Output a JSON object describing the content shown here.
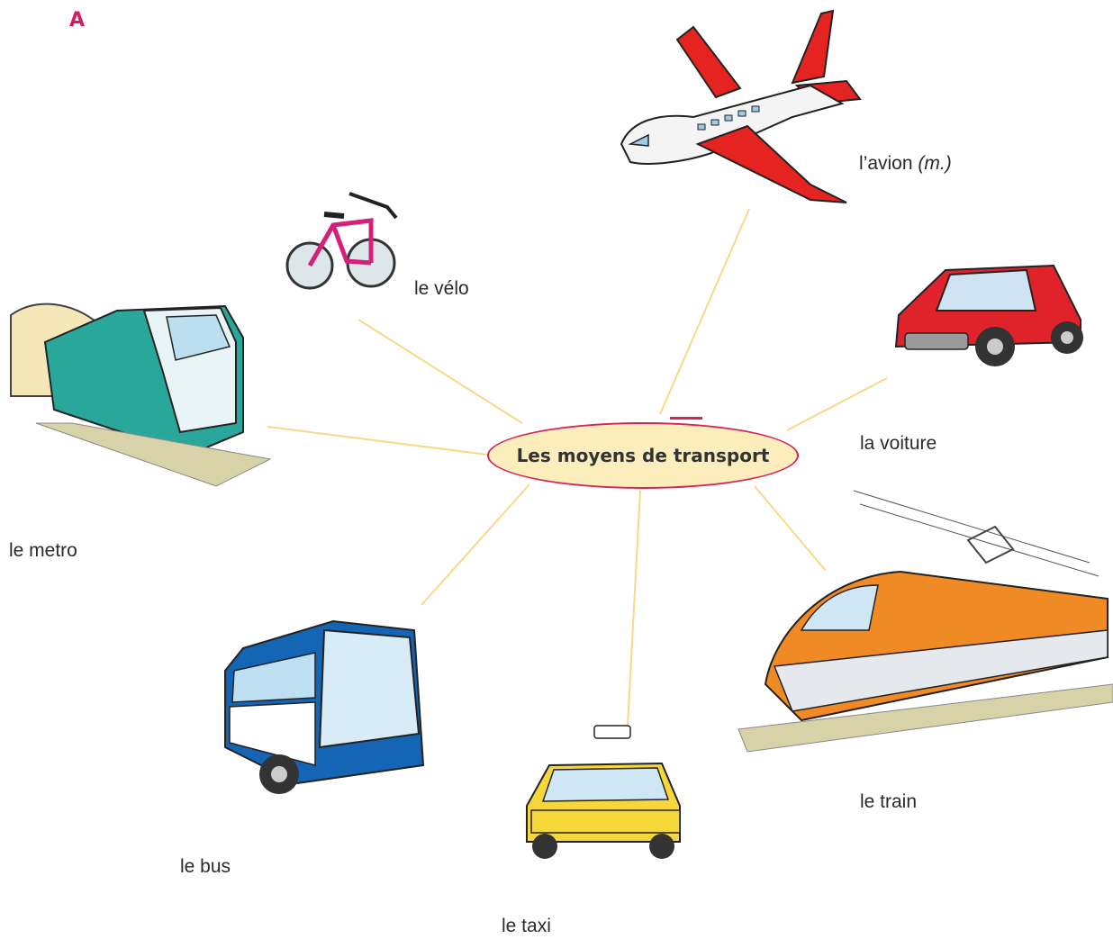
{
  "section_letter": "A",
  "center": {
    "title": "Les moyens de transport"
  },
  "colors": {
    "accent": "#d81b60",
    "node_fill": "#fbeebc",
    "connector": "#f7d98a"
  },
  "nodes": [
    {
      "id": "avion",
      "label": "l’avion",
      "suffix": "(m.)",
      "icon": "airplane-icon"
    },
    {
      "id": "velo",
      "label": "le vélo",
      "icon": "bicycle-icon"
    },
    {
      "id": "voiture",
      "label": "la voiture",
      "icon": "car-icon"
    },
    {
      "id": "metro",
      "label": "le metro",
      "icon": "metro-train-icon"
    },
    {
      "id": "train",
      "label": "le train",
      "icon": "high-speed-train-icon"
    },
    {
      "id": "bus",
      "label": "le bus",
      "icon": "bus-icon"
    },
    {
      "id": "taxi",
      "label": "le taxi",
      "icon": "taxi-icon"
    }
  ]
}
